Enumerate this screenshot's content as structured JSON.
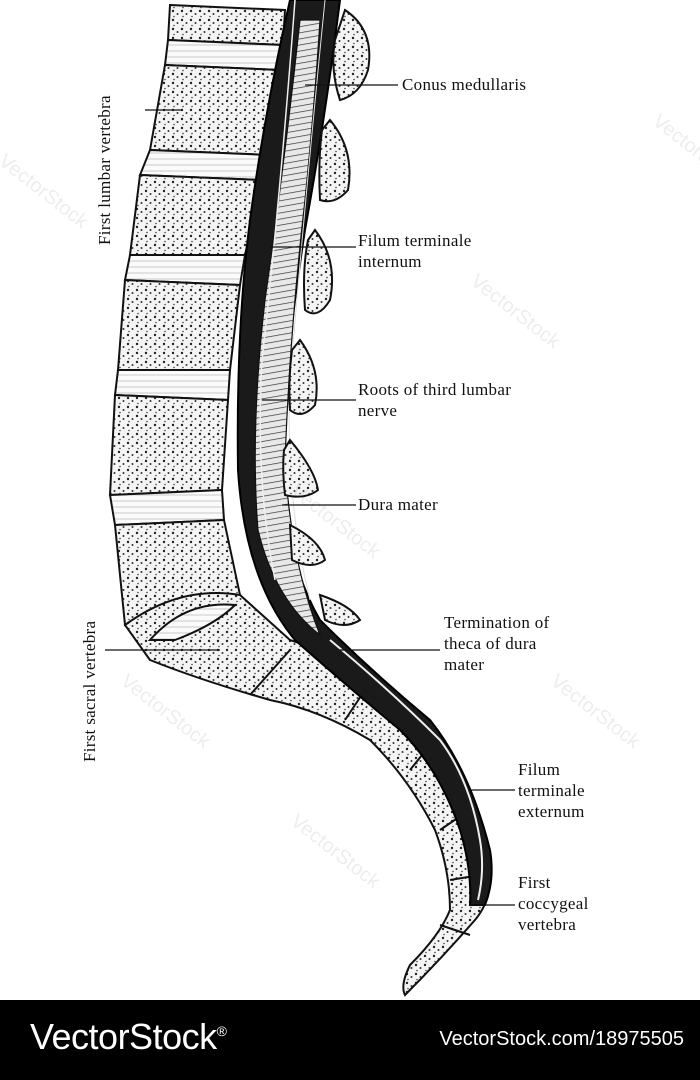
{
  "labels": {
    "conus_medullaris": "Conus medullaris",
    "filum_internum_1": "Filum terminale",
    "filum_internum_2": "internum",
    "roots_1": "Roots of third lumbar",
    "roots_2": "nerve",
    "dura_mater": "Dura mater",
    "termination_1": "Termination of",
    "termination_2": "theca of dura",
    "termination_3": "mater",
    "filum_externum_1": "Filum",
    "filum_externum_2": "terminale",
    "filum_externum_3": "externum",
    "coccygeal_1": "First",
    "coccygeal_2": "coccygeal",
    "coccygeal_3": "vertebra",
    "first_lumbar": "First lumbar vertebra",
    "first_sacral": "First sacral vertebra"
  },
  "watermark": "VectorStock",
  "footer": {
    "brand": "VectorStock",
    "registered": "®",
    "url": "VectorStock.com/18975505"
  },
  "colors": {
    "ink": "#111111",
    "footer_bg": "#000000",
    "footer_text": "#ffffff"
  }
}
